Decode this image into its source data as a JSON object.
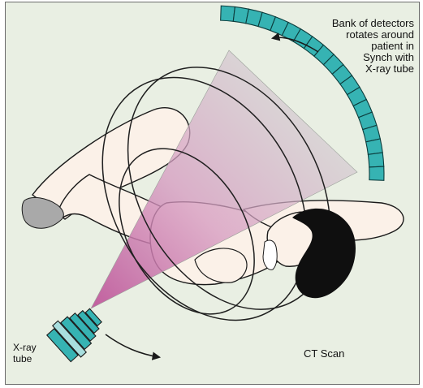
{
  "labels": {
    "detectors": [
      "Bank of detectors",
      "rotates around",
      "patient in",
      "Synch with",
      "X-ray tube"
    ],
    "tube": [
      "X-ray",
      "tube"
    ],
    "scan": "CT Scan"
  },
  "colors": {
    "background": "#e9efe3",
    "detector_fill": "#36b3b3",
    "tube_fill": "#36b3b3",
    "beam": "#c05a9c",
    "outline": "#1a1a1a",
    "skin": "#fbf1e8",
    "hair": "#0f0f0f",
    "sock": "#a9a9a9"
  }
}
